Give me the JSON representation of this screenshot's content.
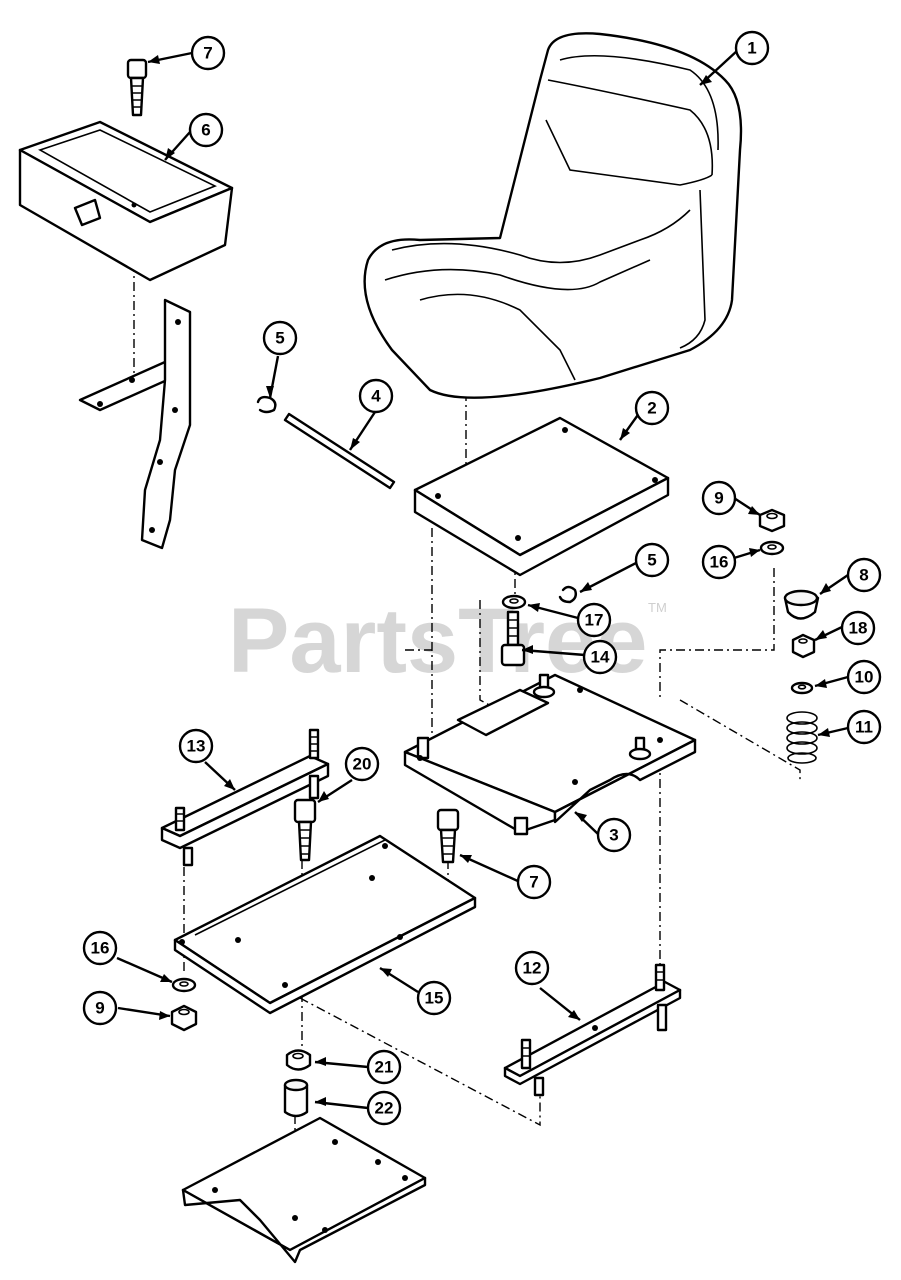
{
  "watermark": {
    "text": "PartsTree",
    "mark": "TM"
  },
  "callouts": [
    {
      "num": "1"
    },
    {
      "num": "2"
    },
    {
      "num": "3"
    },
    {
      "num": "4"
    },
    {
      "num": "5"
    },
    {
      "num": "5"
    },
    {
      "num": "6"
    },
    {
      "num": "7"
    },
    {
      "num": "7"
    },
    {
      "num": "8"
    },
    {
      "num": "9"
    },
    {
      "num": "9"
    },
    {
      "num": "10"
    },
    {
      "num": "11"
    },
    {
      "num": "12"
    },
    {
      "num": "13"
    },
    {
      "num": "14"
    },
    {
      "num": "15"
    },
    {
      "num": "16"
    },
    {
      "num": "16"
    },
    {
      "num": "17"
    },
    {
      "num": "18"
    },
    {
      "num": "20"
    },
    {
      "num": "21"
    },
    {
      "num": "22"
    }
  ]
}
